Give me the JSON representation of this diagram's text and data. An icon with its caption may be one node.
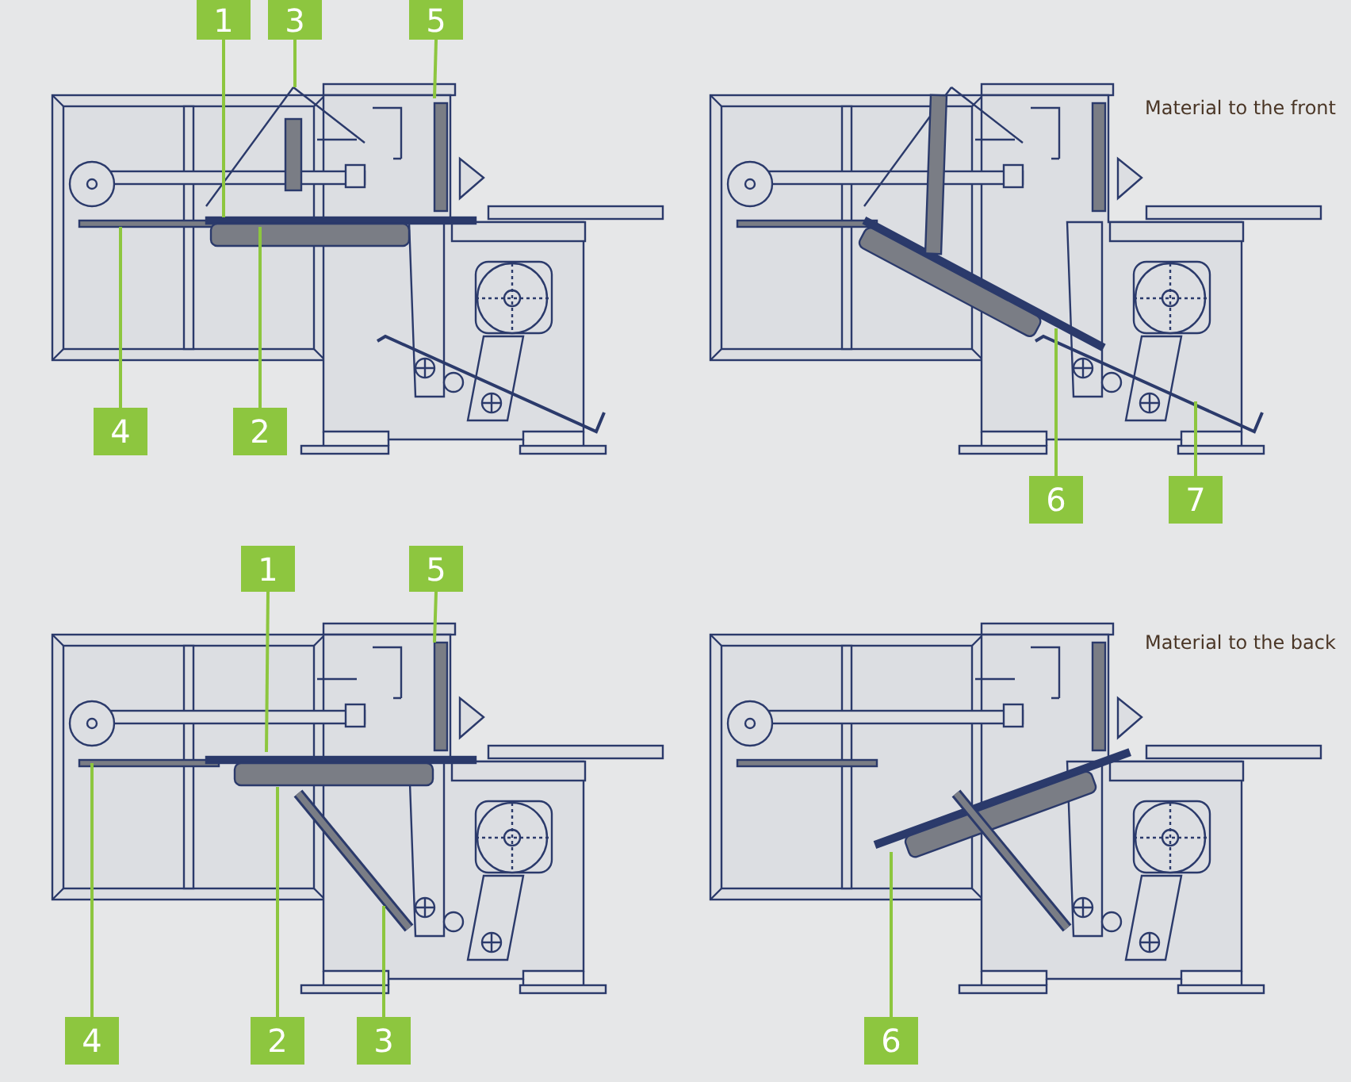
{
  "diagram": {
    "nodes": [
      {
        "text": [
          "1"
        ]
      },
      {
        "text": [
          "3"
        ]
      },
      {
        "text": [
          "5"
        ]
      },
      {
        "text": [
          "4"
        ]
      },
      {
        "text": [
          "2"
        ]
      },
      {
        "text": [
          "6"
        ]
      },
      {
        "text": [
          "7"
        ]
      },
      {
        "text": [
          "1"
        ]
      },
      {
        "text": [
          "5"
        ]
      },
      {
        "text": [
          "4"
        ]
      },
      {
        "text": [
          "2"
        ]
      },
      {
        "text": [
          "3"
        ]
      },
      {
        "text": [
          "6"
        ]
      }
    ],
    "edges": [
      {
        "from": 0,
        "to": null,
        "arrow": "none"
      },
      {
        "from": 1,
        "to": null,
        "arrow": "none"
      },
      {
        "from": 2,
        "to": null,
        "arrow": "none"
      },
      {
        "from": 3,
        "to": null,
        "arrow": "none"
      },
      {
        "from": 4,
        "to": null,
        "arrow": "none"
      },
      {
        "from": 5,
        "to": null,
        "arrow": "none"
      },
      {
        "from": 6,
        "to": null,
        "arrow": "none"
      },
      {
        "from": 7,
        "to": null,
        "arrow": "none"
      },
      {
        "from": 8,
        "to": null,
        "arrow": "none"
      },
      {
        "from": 9,
        "to": null,
        "arrow": "none"
      },
      {
        "from": 10,
        "to": null,
        "arrow": "none"
      },
      {
        "from": 11,
        "to": null,
        "arrow": "none"
      },
      {
        "from": 12,
        "to": null,
        "arrow": "none"
      }
    ],
    "labels": [
      "Material to the front",
      "Material to the back"
    ]
  }
}
